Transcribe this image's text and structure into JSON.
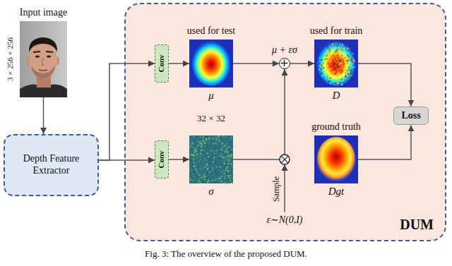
{
  "diagram": {
    "caption": "Fig. 3: The overview of the proposed DUM.",
    "nodes": [
      {
        "text": [
          "Input image",
          "3 × 256 × 256"
        ]
      },
      {
        "text": [
          "Depth Feature Extractor"
        ]
      },
      {
        "text": [
          "DUM"
        ]
      },
      {
        "text": [
          "Conv"
        ],
        "in": 2
      },
      {
        "text": [
          "used for test",
          "μ"
        ],
        "in": 2
      },
      {
        "text": [
          "μ + εσ"
        ],
        "in": 2
      },
      {
        "text": [
          "used for train",
          "D"
        ],
        "in": 2
      },
      {
        "text": [
          "Conv"
        ],
        "in": 2
      },
      {
        "text": [
          "σ"
        ],
        "in": 2
      },
      {
        "text": [
          "ground truth",
          "Dgt"
        ],
        "in": 2
      },
      {
        "text": [
          "Loss"
        ],
        "in": 2
      }
    ],
    "edges": [
      {
        "from": 0,
        "to": 1,
        "arrow": "to"
      },
      {
        "from": 1,
        "to": 3,
        "arrow": "to"
      },
      {
        "from": 1,
        "to": 7,
        "arrow": "to"
      },
      {
        "from": 3,
        "to": 4,
        "arrow": "to"
      },
      {
        "from": 7,
        "to": 8,
        "arrow": "to"
      },
      {
        "from": 4,
        "to": 5,
        "arrow": "to"
      },
      {
        "from": 8,
        "to": 5,
        "arrow": "to"
      },
      {
        "from": 5,
        "to": 6,
        "arrow": "to"
      },
      {
        "from": 6,
        "to": 10,
        "arrow": "to"
      },
      {
        "from": 9,
        "to": 10,
        "arrow": "to"
      }
    ],
    "labels": [
      "32 × 32",
      "Sample",
      "ε∼N(0,I)"
    ]
  }
}
